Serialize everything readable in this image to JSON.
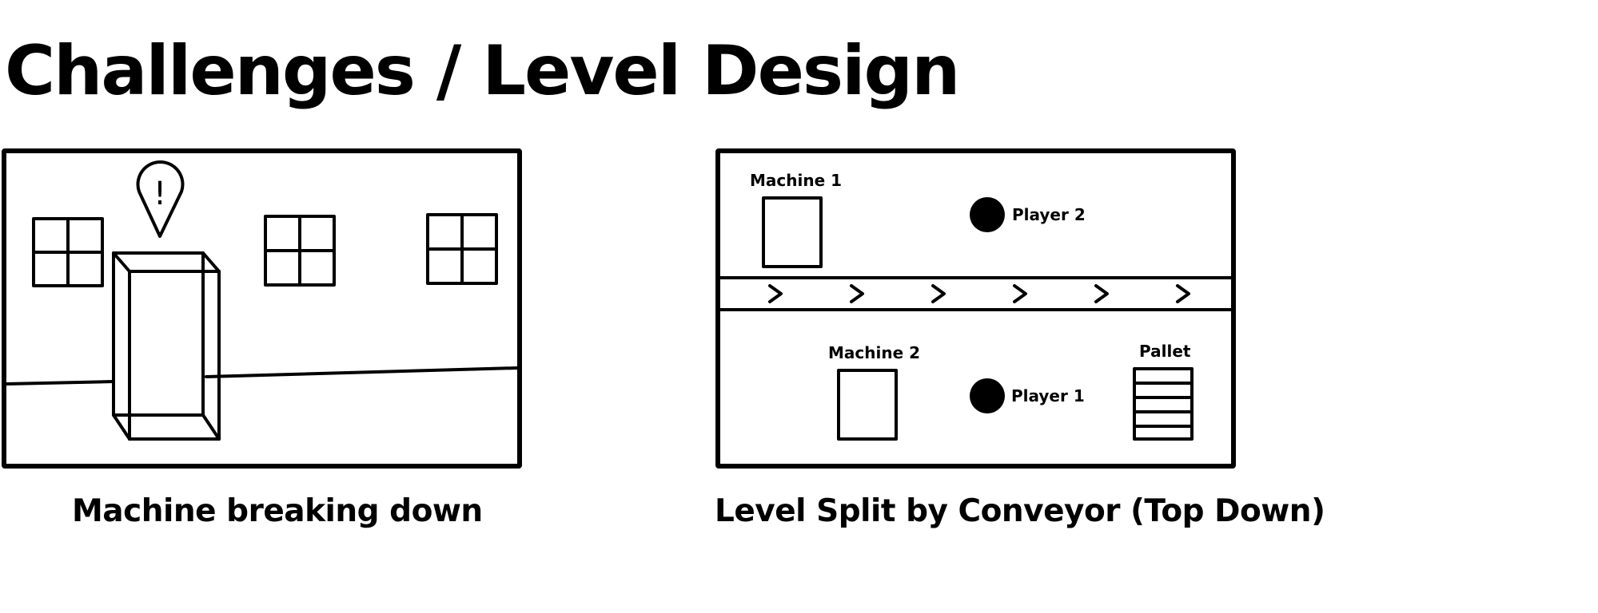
{
  "title": "Challenges / Level Design",
  "panels": [
    {
      "caption": "Machine breaking down",
      "alert_symbol": "!"
    },
    {
      "caption": "Level Split by Conveyor (Top Down)",
      "labels": {
        "machine_1": "Machine 1",
        "machine_2": "Machine 2",
        "player_2": "Player 2",
        "player_1": "Player 1",
        "pallet": "Pallet"
      },
      "conveyor_arrow_count": 6
    }
  ],
  "colors": {
    "ink": "#000000",
    "background": "#ffffff"
  }
}
